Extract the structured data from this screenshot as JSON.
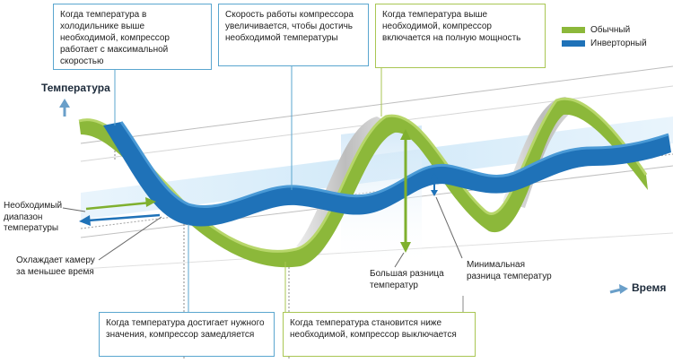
{
  "axes": {
    "y_label": "Температура",
    "x_label": "Время"
  },
  "legend": {
    "items": [
      {
        "label": "Обычный",
        "color": "#8cb83a"
      },
      {
        "label": "Инверторный",
        "color": "#1f72b8"
      }
    ]
  },
  "callouts": {
    "max_speed": "Когда температура в холодильнике выше необходимой, компрессор работает с максимальной скоростью",
    "speed_up": "Скорость работы компрессора увеличивается, чтобы достичь необходимой температуры",
    "full_power": "Когда температура выше необходимой, компрессор включается на полную мощность",
    "slows_down": "Когда температура достигает нужного значения, компрессор замедляется",
    "turns_off": "Когда температура становится ниже необходимой, компрессор выключается"
  },
  "labels": {
    "range": "Необходимый диапазон температуры",
    "cools_faster": "Охлаждает камеру за меньшее время",
    "big_difference": "Большая разница температур",
    "min_difference": "Минимальная разница температур"
  },
  "colors": {
    "conventional": "#8cb83a",
    "inverter": "#1f72b8",
    "range_band": "#d6ecfa",
    "callout_blue": "#5aa6cf",
    "callout_green": "#a9c653"
  }
}
